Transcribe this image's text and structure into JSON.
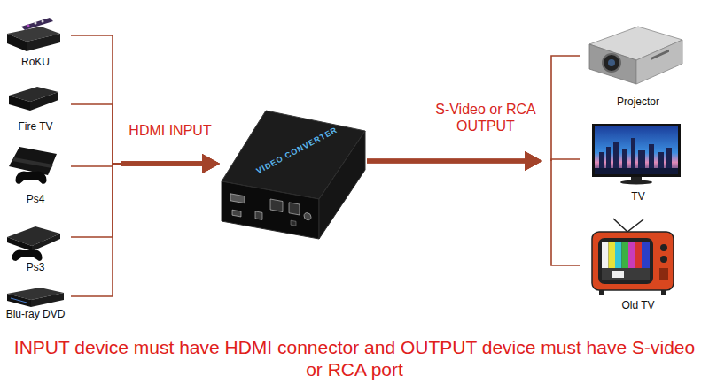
{
  "diagram": {
    "caption": "INPUT device must have HDMI connector and OUTPUT device must have S-video or RCA port",
    "nodes": [
      {
        "text": [
          "RoKU"
        ]
      },
      {
        "text": [
          "Fire TV"
        ]
      },
      {
        "text": [
          "Ps4"
        ]
      },
      {
        "text": [
          "Ps3"
        ]
      },
      {
        "text": [
          "Blu-ray DVD"
        ]
      },
      {
        "text": [
          "VIDEO CONVERTER"
        ]
      },
      {
        "text": [
          "Projector"
        ]
      },
      {
        "text": [
          "TV"
        ]
      },
      {
        "text": [
          "Old TV"
        ]
      }
    ],
    "edges": [
      {
        "from": 0,
        "to": 5,
        "arrow": "to"
      },
      {
        "from": 1,
        "to": 5,
        "arrow": "to"
      },
      {
        "from": 2,
        "to": 5,
        "label": "HDMI INPUT",
        "arrow": "to"
      },
      {
        "from": 3,
        "to": 5,
        "arrow": "to"
      },
      {
        "from": 4,
        "to": 5,
        "arrow": "to"
      },
      {
        "from": 5,
        "to": 6,
        "arrow": "to"
      },
      {
        "from": 5,
        "to": 7,
        "label": "S-Video or RCA OUTPUT",
        "arrow": "to"
      },
      {
        "from": 5,
        "to": 8,
        "arrow": "to"
      }
    ]
  }
}
